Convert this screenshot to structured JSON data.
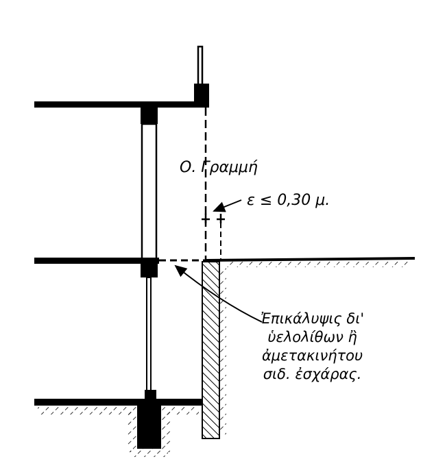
{
  "labels": {
    "building_line": "Ο. Γραμμή",
    "clearance": "ε ≤ 0,30 μ.",
    "note_lines": [
      "Ἐπικάλυψις δι'",
      "ὑελολίθων ἢ",
      "ἀμετακινήτου",
      "σιδ. ἐσχάρας."
    ]
  },
  "colors": {
    "ink": "#000000",
    "paper": "#ffffff"
  }
}
